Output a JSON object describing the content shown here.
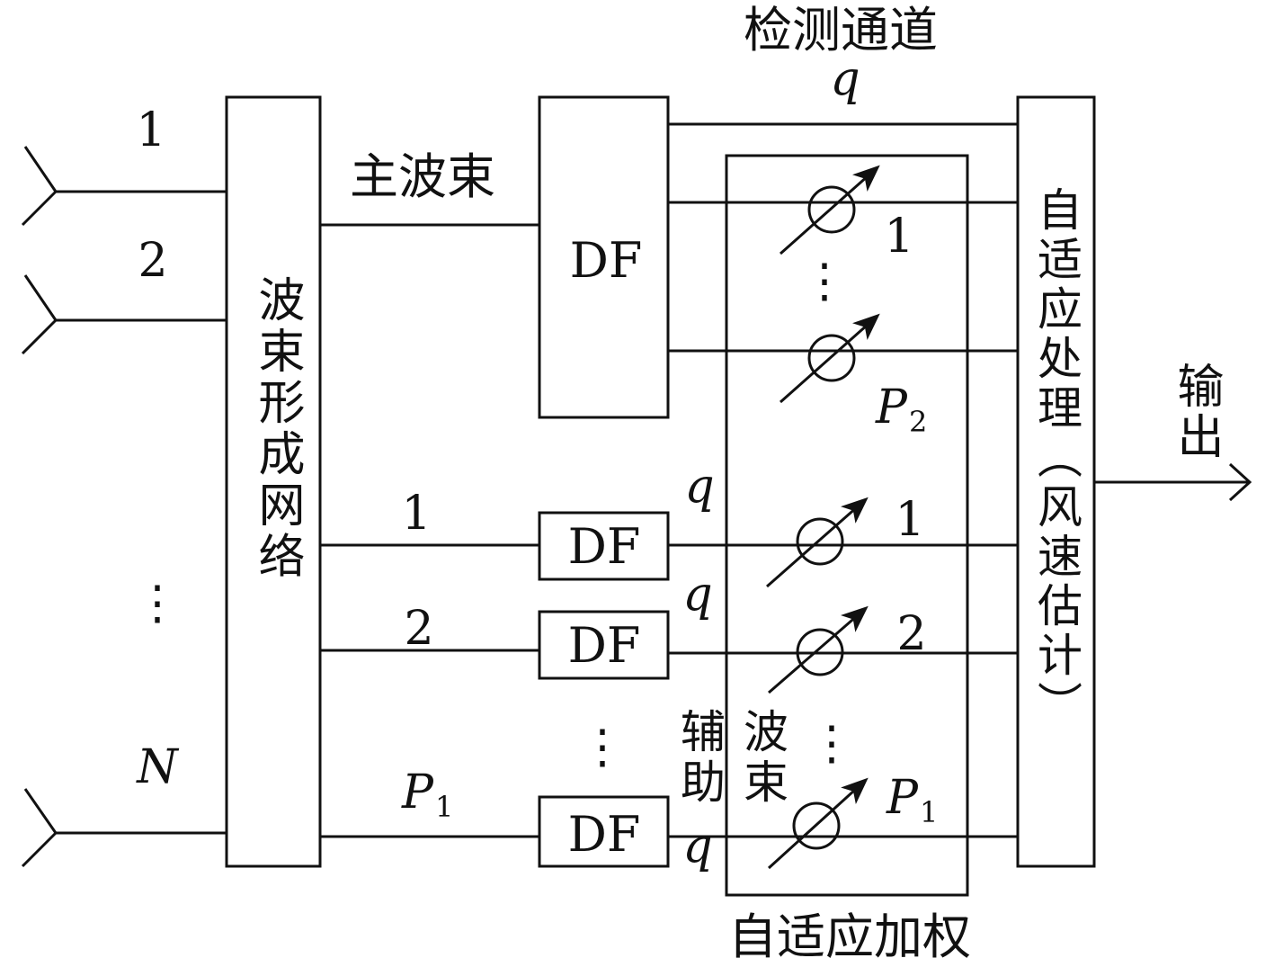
{
  "antennas": [
    {
      "label": "1"
    },
    {
      "label": "2"
    },
    {
      "label": "N"
    }
  ],
  "antenna_ellipsis": "⋮",
  "beamforming_network": {
    "label": "波束形成网络"
  },
  "main_beam": {
    "label": "主波束",
    "df_label": "DF"
  },
  "detection_channel": {
    "label": "检测通道",
    "q_label": "q"
  },
  "main_weights": [
    {
      "label": "1"
    },
    {
      "var": "P",
      "sub": "2"
    }
  ],
  "main_weights_ellipsis": "⋮",
  "aux_beams": [
    {
      "label": "1",
      "df_label": "DF",
      "q_label": "q",
      "weight_label": "1"
    },
    {
      "label": "2",
      "df_label": "DF",
      "q_label": "q",
      "weight_label": "2"
    },
    {
      "label_var": "P",
      "label_sub": "1",
      "df_label": "DF",
      "q_label": "q",
      "weight_var": "P",
      "weight_sub": "1"
    }
  ],
  "aux_df_ellipsis": "⋮",
  "aux_weights_ellipsis": "⋮",
  "aux_label": {
    "col1": "辅助",
    "col2": "波束"
  },
  "adaptive_weighting": {
    "label": "自适应加权"
  },
  "adaptive_processor": {
    "label": "自适应处理（风速估计）"
  },
  "output": {
    "label": "输出"
  }
}
